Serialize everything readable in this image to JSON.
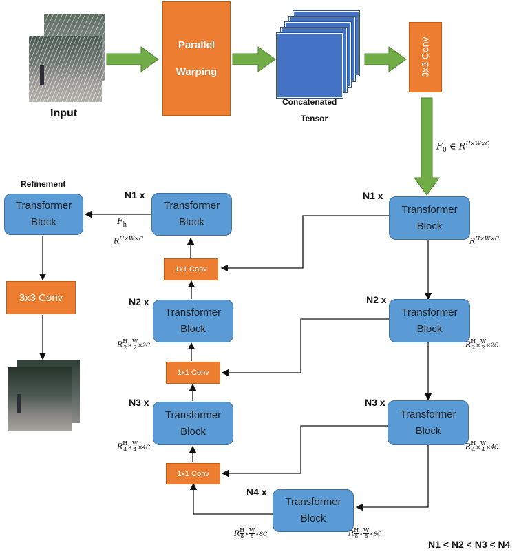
{
  "input_label": "Input",
  "parallel_warping": {
    "line1": "Parallel",
    "line2": "Warping"
  },
  "concatenated": {
    "line1": "Concatenated",
    "line2": "Tensor"
  },
  "conv3_top": "3x3 Conv",
  "f0": {
    "sym": "F",
    "sub": "0",
    "in": " ∈ ",
    "r": "R",
    "sup": "H×W×C"
  },
  "refinement_label": "Refinement",
  "transformer_line1": "Transformer",
  "transformer_line2": "Block",
  "conv3_left": "3x3 Conv",
  "conv1": "1x1 Conv",
  "n1": "N1 x",
  "n2": "N2 x",
  "n3": "N3 x",
  "n4": "N4 x",
  "fh": {
    "sym": "F",
    "sub": "h"
  },
  "dim_full": {
    "r": "R",
    "sup": "H×W×C"
  },
  "dim_half": {
    "num": "H",
    "den": "2",
    "num2": "W",
    "den2": "2",
    "tail": "×2C"
  },
  "dim_quarter": {
    "num": "H",
    "den": "4",
    "num2": "W",
    "den2": "4",
    "tail": "×4C"
  },
  "dim_eighth": {
    "num": "H",
    "den": "8",
    "num2": "W",
    "den2": "8",
    "tail": "×8C"
  },
  "inequality": "N1 < N2 < N3 < N4",
  "colors": {
    "blue": "#4472c4",
    "orange": "#ed7d31",
    "green": "#70ad47",
    "block": "#5b9bd5"
  }
}
